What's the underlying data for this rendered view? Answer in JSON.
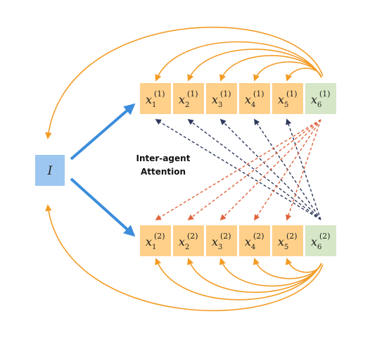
{
  "input_node": {
    "label": "I"
  },
  "annotation": {
    "line1": "Inter-agent",
    "line2": "Attention"
  },
  "agent1": {
    "superscript": "(1)",
    "tokens": [
      {
        "var": "x",
        "sub": "1"
      },
      {
        "var": "x",
        "sub": "2"
      },
      {
        "var": "x",
        "sub": "3"
      },
      {
        "var": "x",
        "sub": "4"
      },
      {
        "var": "x",
        "sub": "5"
      },
      {
        "var": "x",
        "sub": "6"
      }
    ]
  },
  "agent2": {
    "superscript": "(2)",
    "tokens": [
      {
        "var": "x",
        "sub": "1"
      },
      {
        "var": "x",
        "sub": "2"
      },
      {
        "var": "x",
        "sub": "3"
      },
      {
        "var": "x",
        "sub": "4"
      },
      {
        "var": "x",
        "sub": "5"
      },
      {
        "var": "x",
        "sub": "6"
      }
    ]
  },
  "colors": {
    "token_fill": "#FFD08A",
    "last_token_fill": "#D5E7C6",
    "input_fill": "#9DC7F0",
    "input_arrow": "#3C8DDB",
    "intra_arrow": "#F39C26",
    "cross_arrow_dark": "#2E3A5C",
    "cross_arrow_red": "#E0623A"
  }
}
